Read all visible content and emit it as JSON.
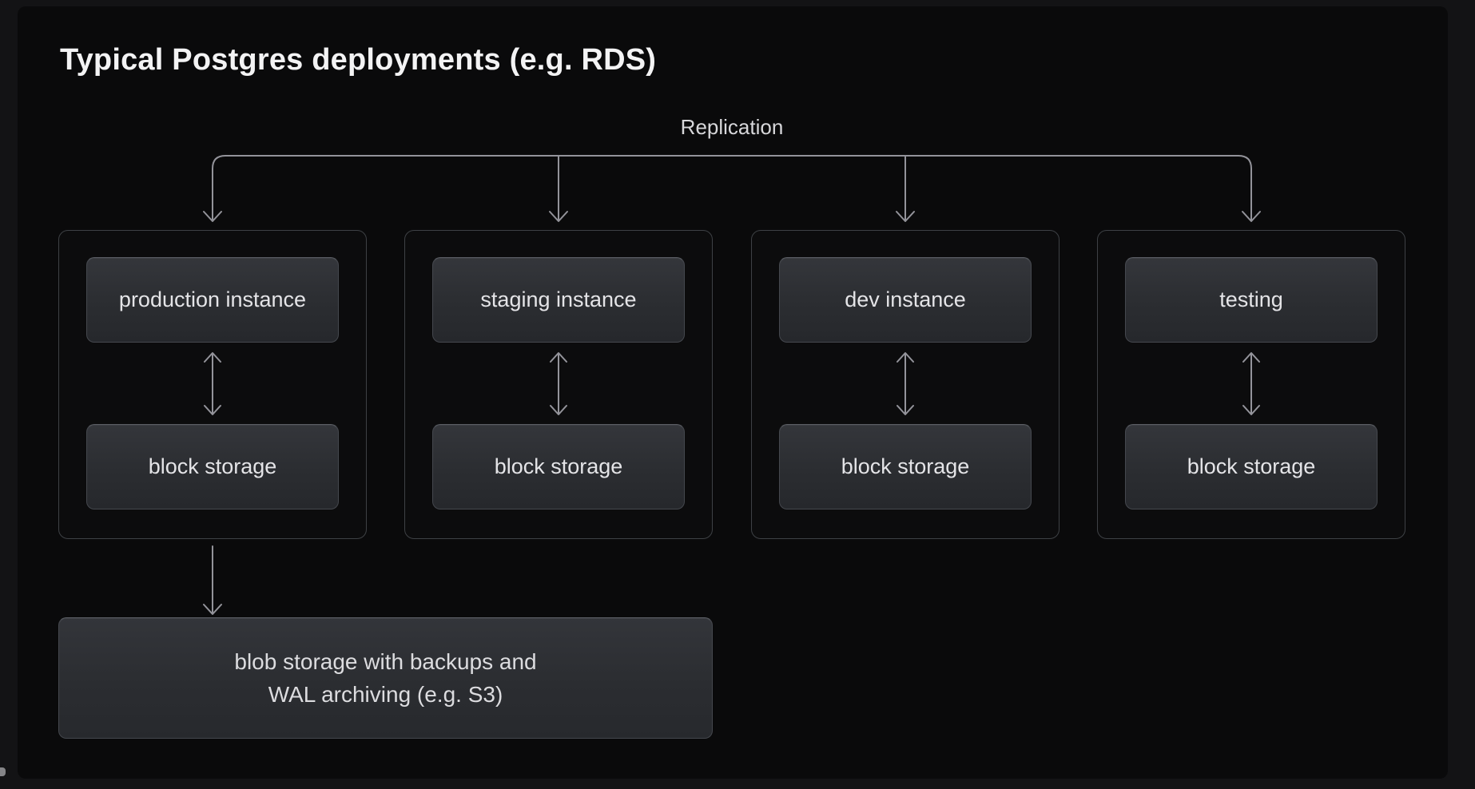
{
  "page": {
    "title": "Typical Postgres deployments (e.g. RDS)"
  },
  "diagram": {
    "replication_label": "Replication",
    "columns": [
      {
        "id": "production",
        "instance_label": "production instance",
        "storage_label": "block storage"
      },
      {
        "id": "staging",
        "instance_label": "staging instance",
        "storage_label": "block storage"
      },
      {
        "id": "dev",
        "instance_label": "dev instance",
        "storage_label": "block storage"
      },
      {
        "id": "testing",
        "instance_label": "testing",
        "storage_label": "block storage"
      }
    ],
    "blob_storage": {
      "line1": "blob storage with backups and",
      "line2": "WAL archiving (e.g. S3)"
    }
  },
  "colors": {
    "outer_background": "#131315",
    "panel_background": "#0a0a0b",
    "node_fill_top": "#34363b",
    "node_fill_bottom": "#26282c",
    "node_border": "#45484e",
    "node_border_highlight": "#5b5e64",
    "group_border": "#3e4145",
    "arrow_stroke": "#93939a",
    "title_text": "#f3f3f4",
    "node_label_text": "#e4e4e7",
    "replication_text": "#d7d7da"
  }
}
